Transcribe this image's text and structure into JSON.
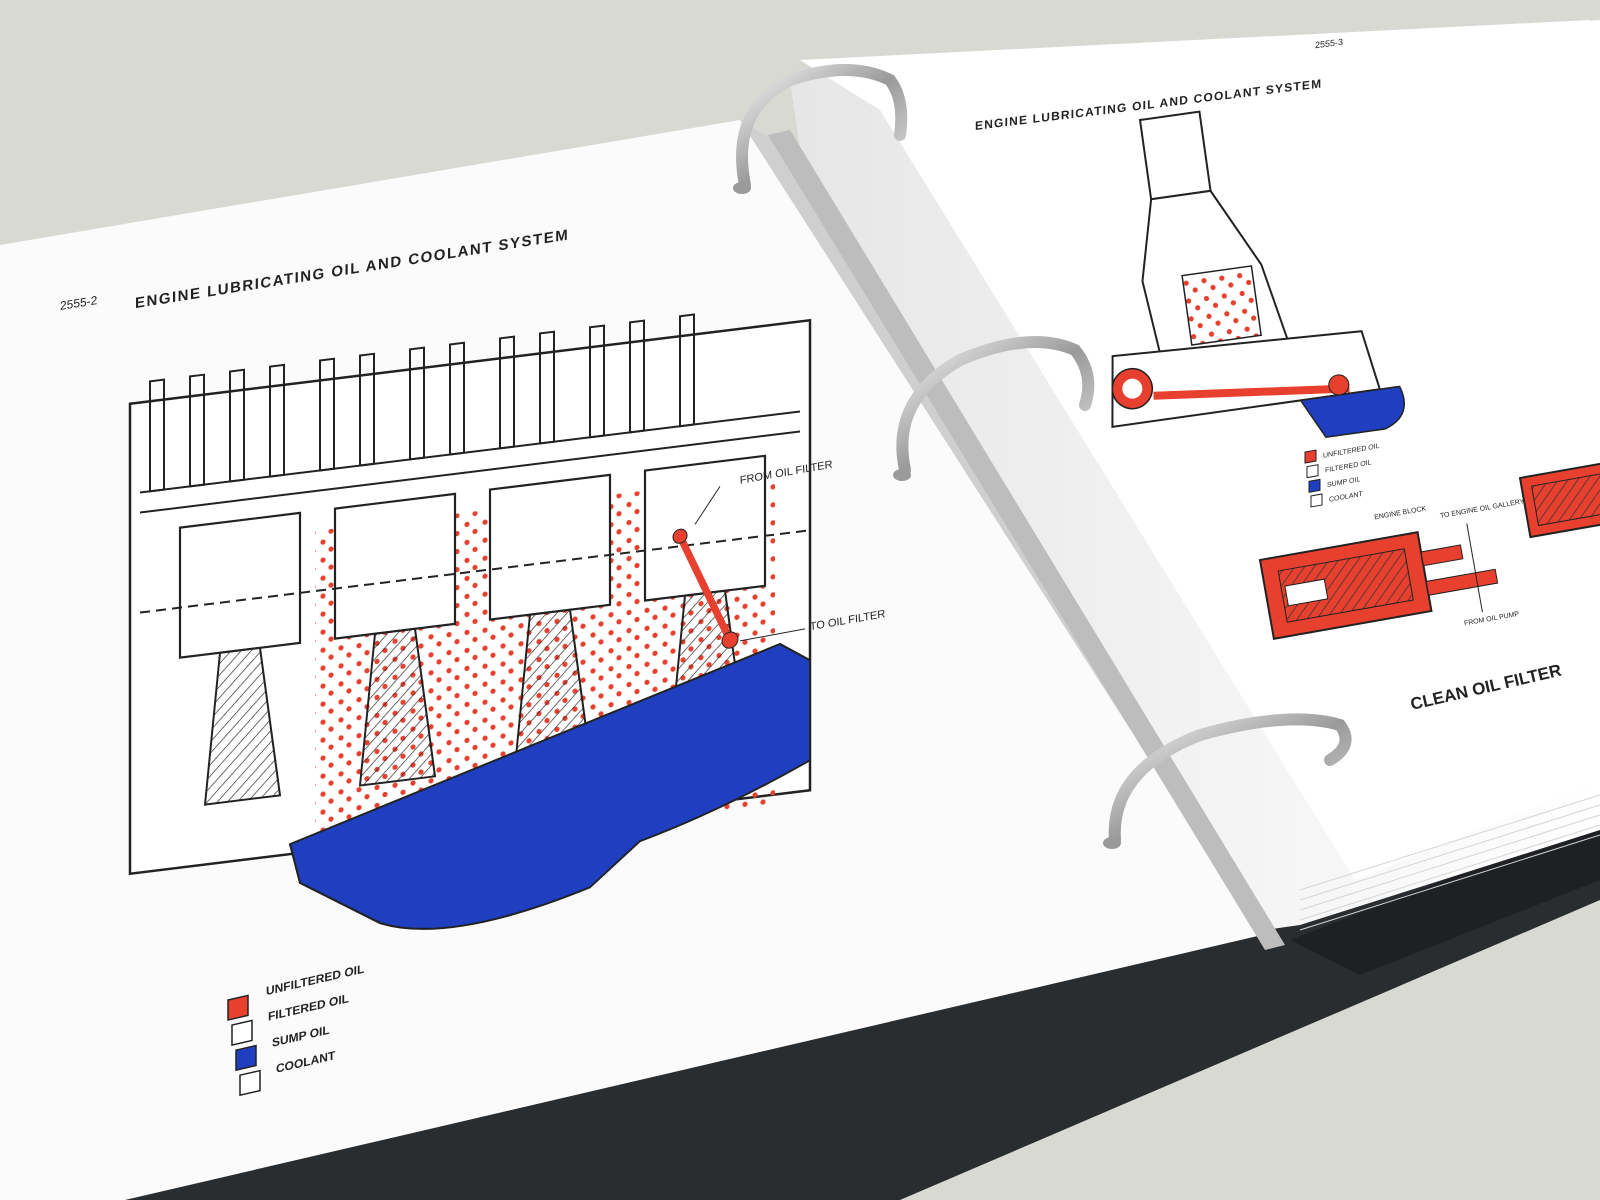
{
  "left_page": {
    "page_number": "2555-2",
    "title": "ENGINE LUBRICATING OIL AND COOLANT SYSTEM",
    "callouts": {
      "from_oil_filter": "FROM OIL FILTER",
      "to_oil_filter": "TO OIL FILTER"
    },
    "legend": [
      {
        "label": "UNFILTERED OIL",
        "color": "#e8402e"
      },
      {
        "label": "FILTERED OIL",
        "color": "#ffffff"
      },
      {
        "label": "SUMP OIL",
        "color": "#1f3fc0"
      },
      {
        "label": "COOLANT",
        "color": "#ffffff"
      }
    ]
  },
  "right_page": {
    "page_number": "2555-3",
    "title": "ENGINE LUBRICATING OIL AND COOLANT SYSTEM",
    "legend": [
      {
        "label": "UNFILTERED OIL",
        "color": "#e8402e"
      },
      {
        "label": "FILTERED OIL",
        "color": "#ffffff"
      },
      {
        "label": "SUMP OIL",
        "color": "#1f3fc0"
      },
      {
        "label": "COOLANT",
        "color": "#ffffff"
      }
    ],
    "callouts": {
      "engine_block": "ENGINE BLOCK",
      "to_engine_oil_gallery": "TO ENGINE OIL GALLERY",
      "from_oil_pump": "FROM OIL PUMP"
    },
    "caption": "CLEAN OIL FILTER"
  },
  "colors": {
    "unfiltered_oil": "#e8402e",
    "sump_oil": "#1f3fc0",
    "binder": "#2a2d30",
    "ring_metal": "#c9c9c9"
  }
}
